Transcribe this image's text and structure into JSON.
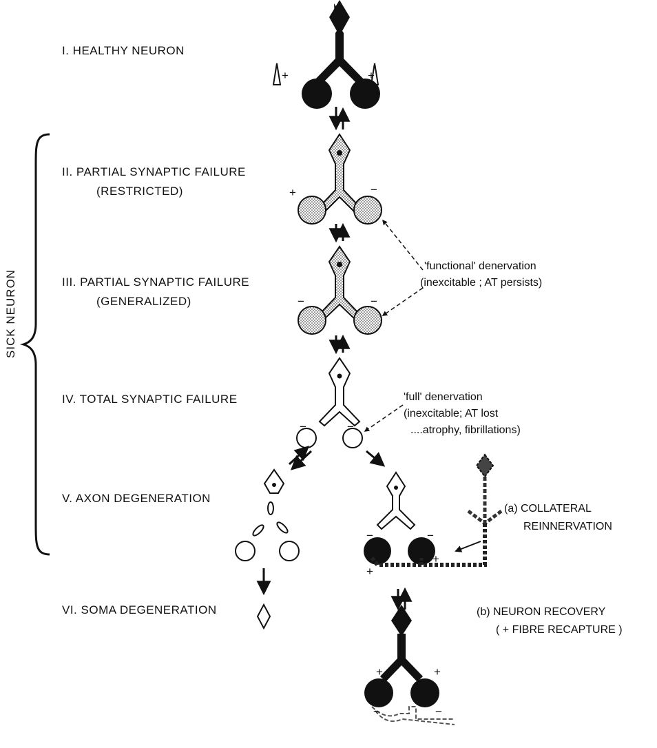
{
  "stages": {
    "s1": "I.  HEALTHY NEURON",
    "s2a": "II.  PARTIAL SYNAPTIC FAILURE",
    "s2b": "(RESTRICTED)",
    "s3a": "III.  PARTIAL SYNAPTIC FAILURE",
    "s3b": "(GENERALIZED)",
    "s4": "IV.  TOTAL SYNAPTIC FAILURE",
    "s5": "V.  AXON DEGENERATION",
    "s6": "VI.  SOMA DEGENERATION"
  },
  "bracket_label": "SICK NEURON",
  "annotations": {
    "functional_1": "'functional' denervation",
    "functional_2": "(inexcitable ; AT persists)",
    "full_1": "'full' denervation",
    "full_2": "(inexcitable; AT lost",
    "full_3": "....atrophy, fibrillations)",
    "collateral_1": "(a) COLLATERAL",
    "collateral_2": "REINNERVATION",
    "recovery_1": "(b) NEURON    RECOVERY",
    "recovery_2": "( + FIBRE RECAPTURE )"
  },
  "signs": {
    "plus": "+",
    "minus": "−"
  },
  "colors": {
    "ink": "#111111",
    "stipple": "#bdbdbd",
    "paper": "#ffffff"
  }
}
